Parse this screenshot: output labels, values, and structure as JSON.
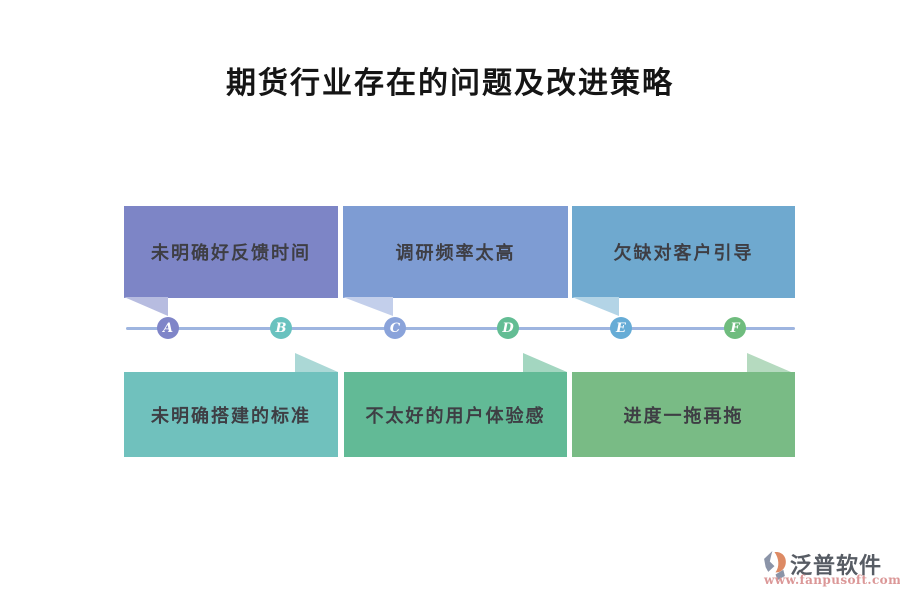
{
  "title": "期货行业存在的问题及改进策略",
  "timeline": {
    "line_color": "#9eb5e0",
    "nodes": [
      {
        "label": "A",
        "color": "#7f85c8"
      },
      {
        "label": "B",
        "color": "#69c2bf"
      },
      {
        "label": "C",
        "color": "#8aa3da"
      },
      {
        "label": "D",
        "color": "#63bd94"
      },
      {
        "label": "E",
        "color": "#66acd6"
      },
      {
        "label": "F",
        "color": "#6fbc7e"
      }
    ]
  },
  "top_boxes": [
    {
      "label": "未明确好反馈时间",
      "color": "#7d85c6",
      "pointer_color": "#b7bce0",
      "node": "A"
    },
    {
      "label": "调研频率太高",
      "color": "#7e9cd3",
      "pointer_color": "#c3cfeb",
      "node": "C"
    },
    {
      "label": "欠缺对客户引导",
      "color": "#6fa9cf",
      "pointer_color": "#b3d4e6",
      "node": "E"
    }
  ],
  "bottom_boxes": [
    {
      "label": "未明确搭建的标准",
      "color": "#70c1bd",
      "pointer_color": "#abd8d6",
      "node": "B"
    },
    {
      "label": "不太好的用户体验感",
      "color": "#62ba96",
      "pointer_color": "#a3d6c0",
      "node": "D"
    },
    {
      "label": "进度一拖再拖",
      "color": "#79bb85",
      "pointer_color": "#b5dabf",
      "node": "F"
    }
  ],
  "footer": {
    "brand": "泛普软件",
    "url": "www.fanpusoft.com",
    "brand_color": "#575c64",
    "url_color": "#db9797",
    "logo_gray": "#8b94a8",
    "logo_orange": "#dd8a64"
  }
}
